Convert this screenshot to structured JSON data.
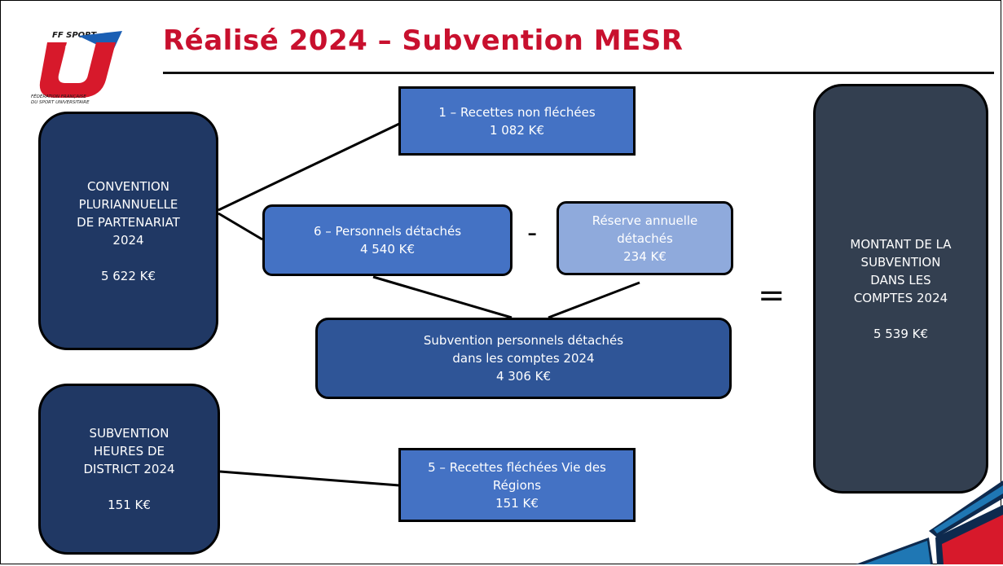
{
  "header": {
    "title": "Réalisé 2024 – Subvention MESR",
    "logo": {
      "top_text": "FF SPORT",
      "letter": "U",
      "caption_line1": "FÉDÉRATION FRANÇAISE",
      "caption_line2": "DU SPORT UNIVERSITAIRE"
    }
  },
  "boxes": {
    "convention": {
      "line1": "CONVENTION",
      "line2": "PLURIANNUELLE",
      "line3": "DE PARTENARIAT",
      "line4": "2024",
      "amount": "5 622 K€"
    },
    "district": {
      "line1": "SUBVENTION",
      "line2": "HEURES DE",
      "line3": "DISTRICT 2024",
      "amount": "151 K€"
    },
    "recettes_non_flechees": {
      "label": "1 – Recettes non fléchées",
      "amount": "1 082 K€"
    },
    "personnels_detaches": {
      "label": "6 – Personnels détachés",
      "amount": "4 540 K€"
    },
    "reserve": {
      "line1": "Réserve annuelle",
      "line2": "détachés",
      "amount": "234 K€"
    },
    "subvention_personnels": {
      "line1": "Subvention personnels détachés",
      "line2": "dans les comptes 2024",
      "amount": "4 306 K€"
    },
    "recettes_flechees": {
      "line1": "5 – Recettes fléchées Vie des",
      "line2": "Régions",
      "amount": "151 K€"
    },
    "montant": {
      "line1": "MONTANT DE LA",
      "line2": "SUBVENTION",
      "line3": "DANS LES",
      "line4": "COMPTES 2024",
      "amount": "5 539 K€"
    }
  },
  "operators": {
    "minus": "-",
    "equals": "="
  },
  "colors": {
    "title": "#c8102e",
    "dark_navy": "#203864",
    "slate": "#333f50",
    "blue": "#4472c4",
    "light_blue": "#8faadc",
    "medium_blue": "#2f5597",
    "logo_red": "#d7192b",
    "logo_blue": "#1a5fb4"
  }
}
